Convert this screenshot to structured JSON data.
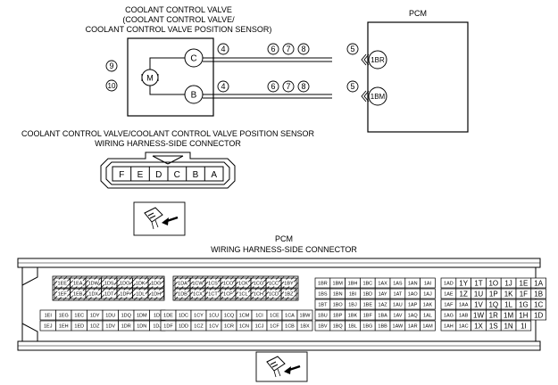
{
  "valve": {
    "title_lines": [
      "COOLANT CONTROL VALVE",
      "(COOLANT CONTROL VALVE/",
      "COOLANT CONTROL VALVE POSITION SENSOR)"
    ],
    "motor_label": "M",
    "pin_c": "C",
    "pin_b": "B",
    "note_9": "9",
    "note_10": "10"
  },
  "wires": {
    "top": {
      "left_num": "4",
      "nums": [
        "6",
        "7",
        "8"
      ],
      "right_num": "5",
      "terminal": "1BR"
    },
    "bottom": {
      "left_num": "4",
      "nums": [
        "6",
        "7",
        "8"
      ],
      "right_num": "5",
      "terminal": "1BM"
    }
  },
  "pcm": {
    "label": "PCM"
  },
  "valve_connector": {
    "title_lines": [
      "COOLANT CONTROL VALVE/COOLANT CONTROL VALVE POSITION SENSOR",
      "WIRING HARNESS-SIDE CONNECTOR"
    ],
    "pins": [
      "F",
      "E",
      "D",
      "C",
      "B",
      "A"
    ]
  },
  "pcm_connector": {
    "title_lines": [
      "PCM",
      "WIRING HARNESS-SIDE CONNECTOR"
    ],
    "block1": [
      [
        "1EE",
        "1EA",
        "1DW",
        "1DS",
        "1DO",
        "1DK",
        "1DG"
      ],
      [
        "1EF",
        "1EB",
        "1DX",
        "1DT",
        "1DP",
        "1DL",
        "1DH"
      ],
      [
        "1EI",
        "1EG",
        "1EC",
        "1DY",
        "1DU",
        "1DQ",
        "1DM",
        "1DI"
      ],
      [
        "1EJ",
        "1EH",
        "1ED",
        "1DZ",
        "1DV",
        "1DR",
        "1DN",
        "1DJ"
      ]
    ],
    "block2": [
      [
        "1DA",
        "1CW",
        "1CS",
        "1CO",
        "1CK",
        "1CG",
        "1CC",
        "1BY"
      ],
      [
        "1DB",
        "1CX",
        "1CT",
        "1CP",
        "1CL",
        "1CH",
        "1CD",
        "1BZ"
      ],
      [
        "1DE",
        "1DC",
        "1CY",
        "1CU",
        "1CQ",
        "1CM",
        "1CI",
        "1CE",
        "1CA",
        "1BW"
      ],
      [
        "1DF",
        "1DD",
        "1CZ",
        "1CV",
        "1CR",
        "1CN",
        "1CJ",
        "1CF",
        "1CB",
        "1BX"
      ]
    ],
    "block3": [
      [
        "1BR",
        "1BM",
        "1BH",
        "1BC",
        "1AX",
        "1AS",
        "1AN",
        "1AI"
      ],
      [
        "1BS",
        "1BN",
        "1BI",
        "1BD",
        "1AY",
        "1AT",
        "1AO",
        "1AJ"
      ],
      [
        "1BT",
        "1BO",
        "1BJ",
        "1BE",
        "1AZ",
        "1AU",
        "1AP",
        "1AK"
      ],
      [
        "1BU",
        "1BP",
        "1BK",
        "1BF",
        "1BA",
        "1AV",
        "1AQ",
        "1AL"
      ],
      [
        "1BV",
        "1BQ",
        "1BL",
        "1BG",
        "1BB",
        "1AW",
        "1AR",
        "1AM"
      ]
    ],
    "block4": [
      [
        "1AD",
        "1Y",
        "1T",
        "1O",
        "1J",
        "1E",
        "1A"
      ],
      [
        "1AE",
        "1Z",
        "1U",
        "1P",
        "1K",
        "1F",
        "1B"
      ],
      [
        "1AF",
        "1AA",
        "1V",
        "1Q",
        "1L",
        "1G",
        "1C"
      ],
      [
        "1AG",
        "1AB",
        "1W",
        "1R",
        "1M",
        "1H",
        "1D"
      ],
      [
        "1AH",
        "1AC",
        "1X",
        "1S",
        "1N",
        "1I"
      ]
    ]
  }
}
